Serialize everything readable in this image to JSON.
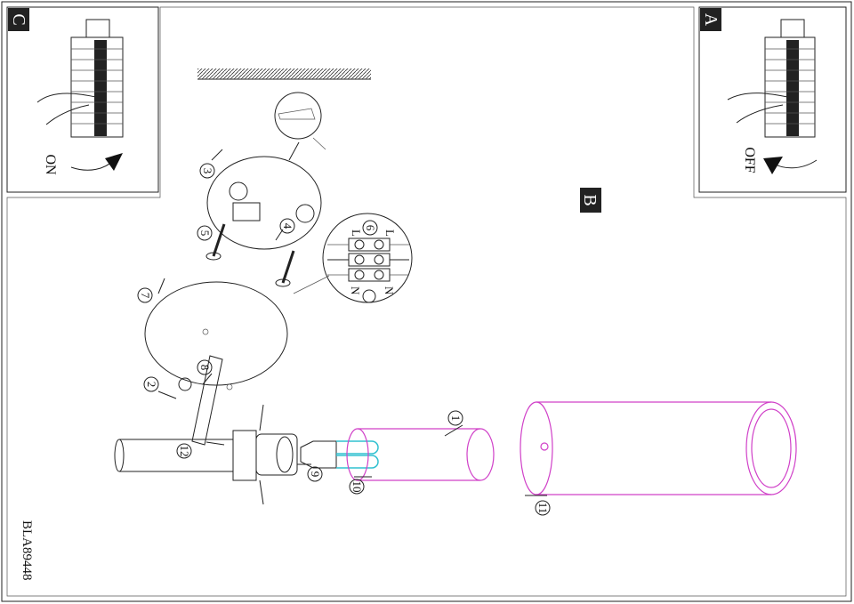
{
  "panels": {
    "c": {
      "letter": "C",
      "caption": "ON"
    },
    "a": {
      "letter": "A",
      "caption": "OFF"
    },
    "b": {
      "letter": "B"
    }
  },
  "terminal": {
    "live_left": "L",
    "live_right": "L",
    "neutral_left": "N",
    "neutral_right": "N"
  },
  "steps": [
    "1",
    "2",
    "3",
    "4",
    "5",
    "6",
    "7",
    "8",
    "9",
    "10",
    "11",
    "12"
  ],
  "doc_code": "BLA89448",
  "colors": {
    "glass": "#d040c8",
    "bulb": "#30c0d0"
  }
}
